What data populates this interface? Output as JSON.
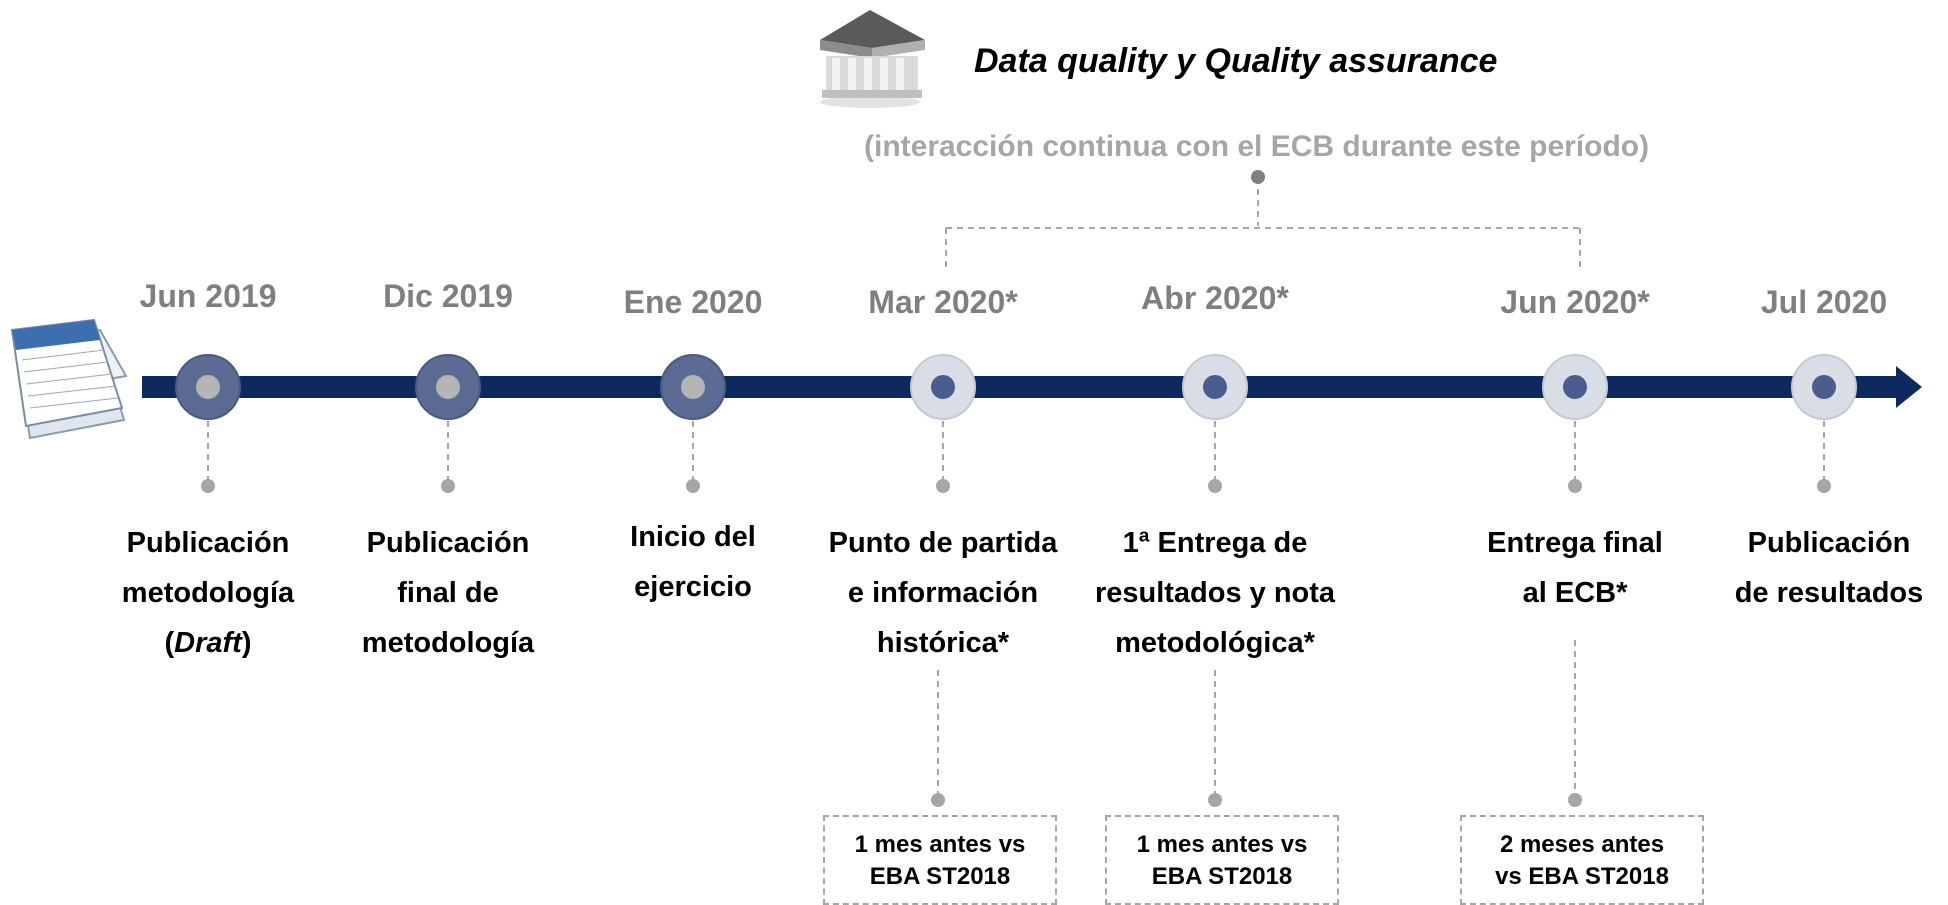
{
  "header": {
    "title": "Data quality y Quality assurance",
    "note": "(interacción continua con el ECB durante este período)",
    "icon": "bank-building-icon"
  },
  "calendar_icon": "calendar-icon",
  "colors": {
    "axis": "#0d2a5e",
    "past_marker": "#5b6b94",
    "future_marker": "#d9dde6",
    "dot_past": "#b5b5b5",
    "dot_future": "#4a5d8e",
    "dashed": "#a6a6a6",
    "date_text": "#7f7f7f"
  },
  "milestones": [
    {
      "date": "Jun 2019",
      "status": "past",
      "event": [
        "Publicación",
        "metodología",
        "(|Draft|)"
      ]
    },
    {
      "date": "Dic 2019",
      "status": "past",
      "event": [
        "Publicación",
        "final de",
        "metodología"
      ]
    },
    {
      "date": "Ene 2020",
      "status": "past",
      "event": [
        "Inicio del",
        "ejercicio"
      ]
    },
    {
      "date": "Mar 2020*",
      "status": "future",
      "event": [
        "Punto de partida",
        "e información",
        "histórica*"
      ],
      "note": [
        "1 mes antes vs",
        "EBA ST2018"
      ]
    },
    {
      "date": "Abr 2020*",
      "status": "future",
      "event": [
        "1ª Entrega de",
        "resultados y nota",
        "metodológica*"
      ],
      "note": [
        "1 mes antes vs",
        "EBA ST2018"
      ]
    },
    {
      "date": "Jun 2020*",
      "status": "future",
      "event": [
        "Entrega final",
        "al ECB*"
      ],
      "note": [
        "2 meses antes",
        "vs EBA ST2018"
      ]
    },
    {
      "date": "Jul 2020",
      "status": "future",
      "event": [
        "Publicación",
        "de resultados"
      ]
    }
  ]
}
